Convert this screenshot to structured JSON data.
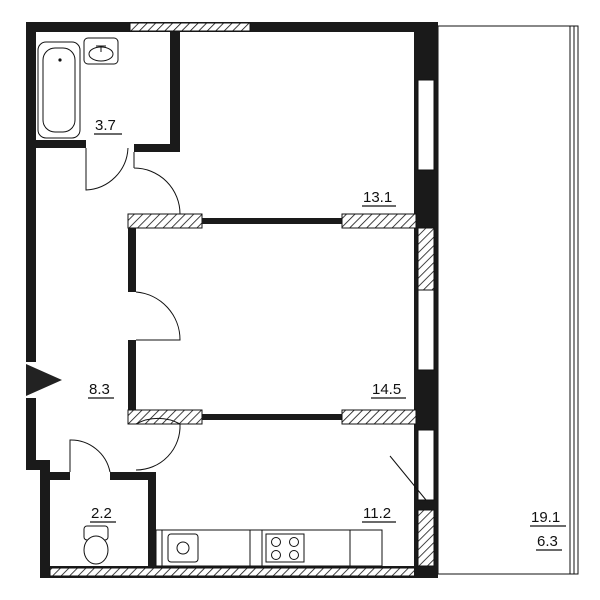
{
  "rooms": {
    "bathroom": "3.7",
    "bedroom_top": "13.1",
    "bedroom_middle": "14.5",
    "hallway": "8.3",
    "wc": "2.2",
    "kitchen": "11.2",
    "loggia_total": "19.1",
    "loggia_reduced": "6.3"
  },
  "icons": {
    "entrance": "entrance-arrow-icon"
  },
  "colors": {
    "wall": "#1a1a1a",
    "background": "#ffffff"
  }
}
